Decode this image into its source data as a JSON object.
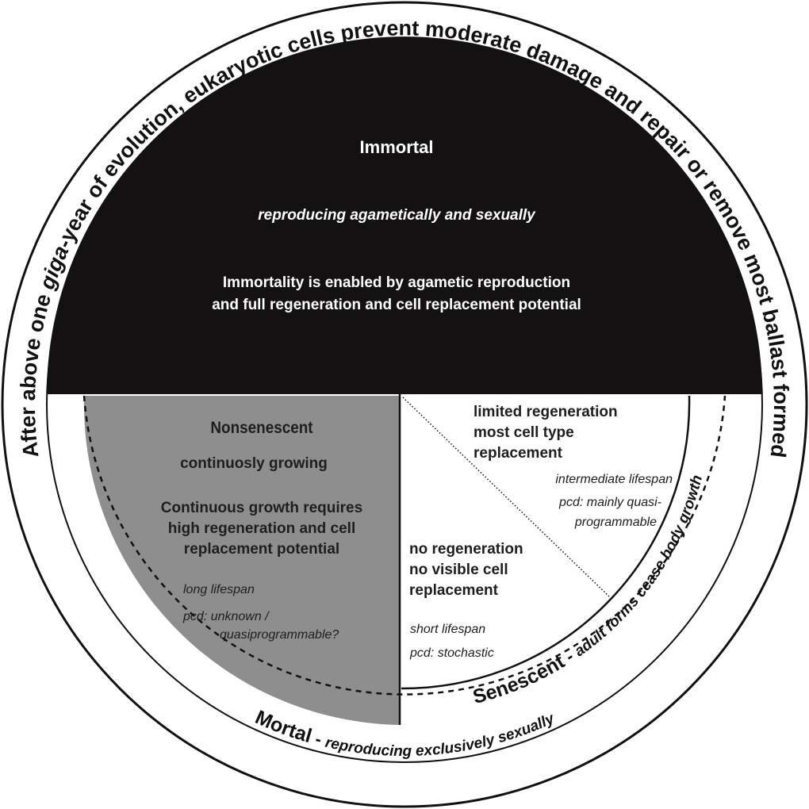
{
  "outer_ring": {
    "part1": "After above one ",
    "part2": "giga",
    "part3": "-year of evolution, eukaryotic cells prevent moderate damage and repair or remove most ballast formed"
  },
  "mortal_ring": {
    "title": "Mortal",
    "dash": " - ",
    "subtitle": "reproducing exclusively sexually"
  },
  "senescent_ring": {
    "title": "Senescent",
    "dash": " - ",
    "subtitle": "adult forms cease body growth"
  },
  "immortal": {
    "title": "Immortal",
    "subtitle": "reproducing agametically and sexually",
    "line1": "Immortality is enabled by agametic reproduction",
    "line2": "and full regeneration and cell replacement potential"
  },
  "nonsenescent": {
    "title": "Nonsenescent",
    "subtitle": "continuosly growing",
    "desc1": "Continuous growth requires",
    "desc2": "high regeneration and cell",
    "desc3": "replacement potential",
    "lifespan": "long lifespan",
    "pcd1": "pcd: unknown /",
    "pcd2": "quasiprogrammable?"
  },
  "limited": {
    "line1": "limited regeneration",
    "line2": "most cell type",
    "line3": "replacement",
    "lifespan": "intermediate lifespan",
    "pcd1": "pcd: mainly quasi-",
    "pcd2": "programmable"
  },
  "none": {
    "line1": "no regeneration",
    "line2": "no visible cell",
    "line3": "replacement",
    "lifespan": "short lifespan",
    "pcd": "pcd: stochastic"
  },
  "colors": {
    "immortal": "#131112",
    "nonsenescent": "#8e8e8e",
    "lines": "#111111"
  }
}
